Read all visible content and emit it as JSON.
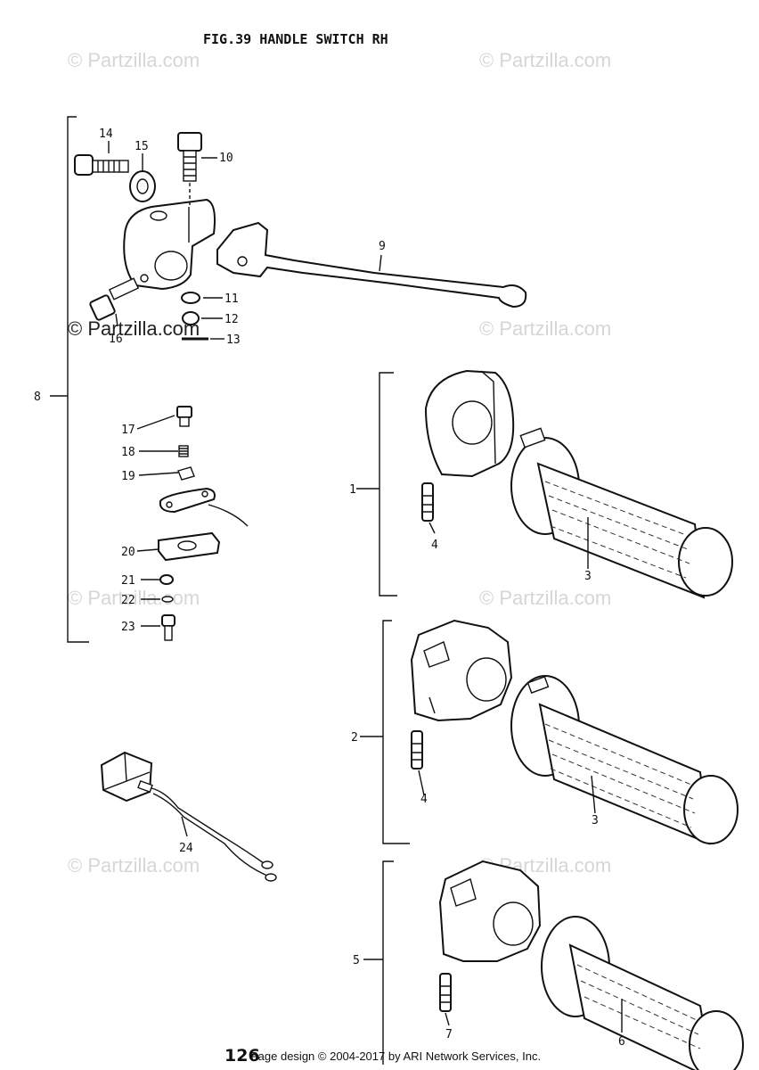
{
  "title": "FIG.39  HANDLE SWITCH RH",
  "watermark": "© Partzilla.com",
  "footer": "Page design © 2004-2017 by ARI Network Services, Inc.",
  "page_number": "126",
  "callouts": {
    "c1": "1",
    "c2": "2",
    "c3a": "3",
    "c3b": "3",
    "c4a": "4",
    "c4b": "4",
    "c5": "5",
    "c6": "6",
    "c7": "7",
    "c8": "8",
    "c9": "9",
    "c10": "10",
    "c11": "11",
    "c12": "12",
    "c13": "13",
    "c14": "14",
    "c15": "15",
    "c16": "16",
    "c17": "17",
    "c18": "18",
    "c19": "19",
    "c20": "20",
    "c21": "21",
    "c22": "22",
    "c23": "23",
    "c24": "24"
  }
}
